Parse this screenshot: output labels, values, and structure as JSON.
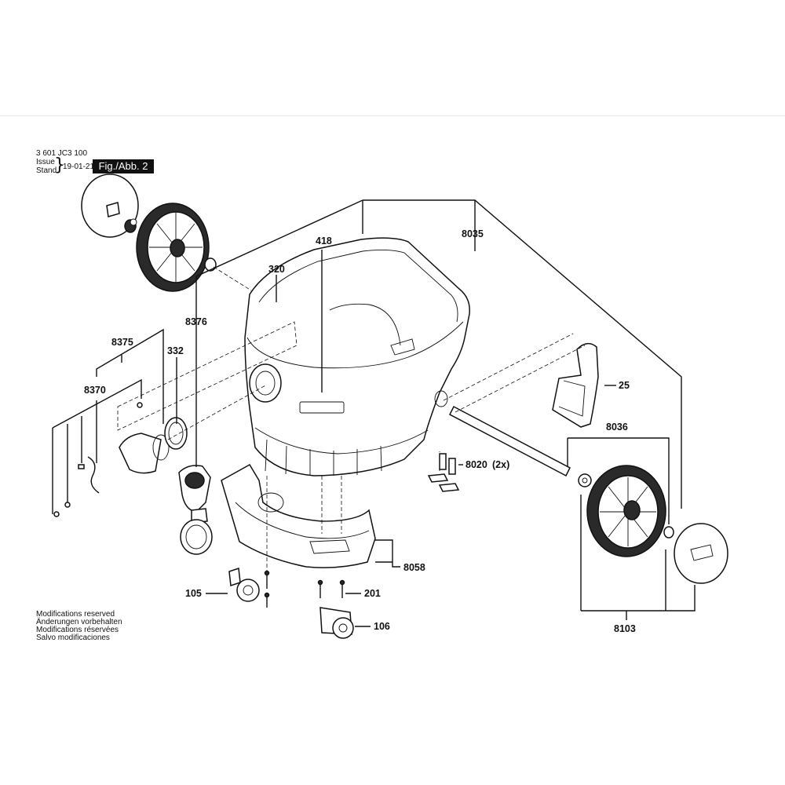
{
  "header": {
    "part_number": "3 601 JC3 100",
    "issue_label": "Issue",
    "stand_label": "Stand",
    "issue_date": "19-01-21",
    "figure_label": "Fig./Abb. 2"
  },
  "callouts": {
    "c8035": "8035",
    "c418": "418",
    "c320": "320",
    "c8376": "8376",
    "c8375": "8375",
    "c332": "332",
    "c8370": "8370",
    "c25": "25",
    "c8036": "8036",
    "c8020": "8020",
    "c8020_qty": "(2x)",
    "c8058": "8058",
    "c105": "105",
    "c201": "201",
    "c106": "106",
    "c8103": "8103"
  },
  "notes": {
    "line1": "Modifications reserved",
    "line2": "Änderungen vorbehalten",
    "line3": "Modifications réservées",
    "line4": "Salvo modificaciones"
  }
}
